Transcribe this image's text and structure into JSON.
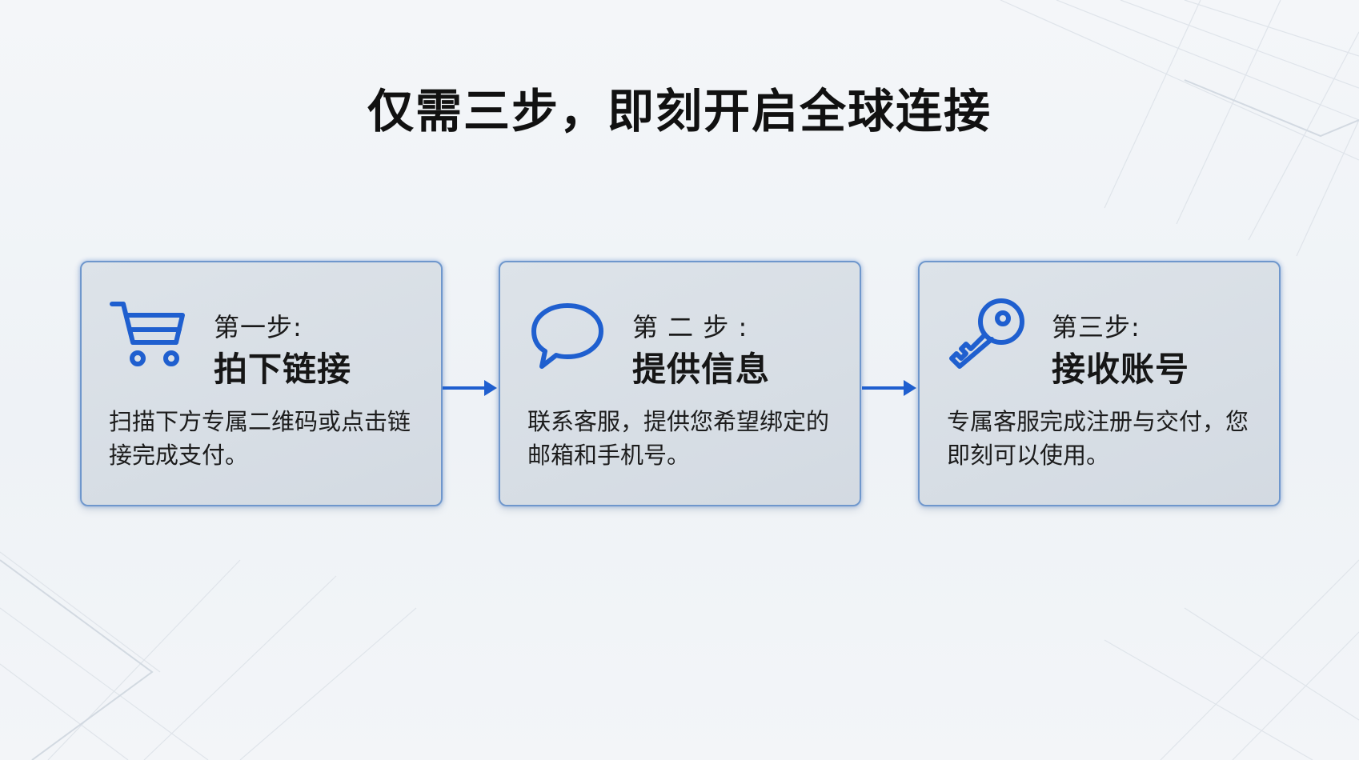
{
  "title": "仅需三步，即刻开启全球连接",
  "colors": {
    "accent": "#1f5fcf",
    "card_border": "#6f97cc",
    "card_fill": "#d8dee5",
    "text": "#111111"
  },
  "steps": [
    {
      "label": "第一步:",
      "title": "拍下链接",
      "description": "扫描下方专属二维码或点击链接完成支付。",
      "icon": "shopping-cart-icon"
    },
    {
      "label": "第 二 步 :",
      "title": "提供信息",
      "description": "联系客服，提供您希望绑定的邮箱和手机号。",
      "icon": "chat-bubble-icon"
    },
    {
      "label": "第三步:",
      "title": "接收账号",
      "description": "专属客服完成注册与交付，您即刻可以使用。",
      "icon": "key-icon"
    }
  ]
}
